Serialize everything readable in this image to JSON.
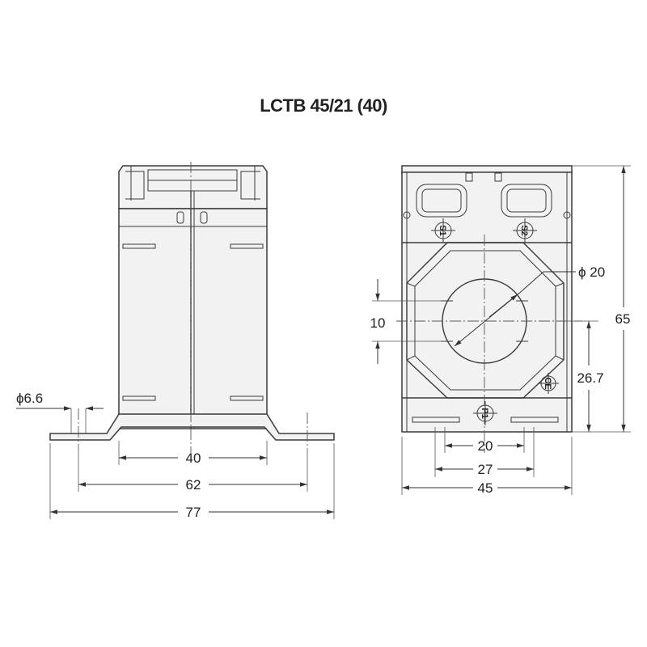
{
  "title": "LCTB 45/21 (40)",
  "side_view": {
    "dims": {
      "hole_dia": "ϕ6.6",
      "body_width": "40",
      "hole_spacing": "62",
      "overall_width": "77"
    }
  },
  "front_view": {
    "dims": {
      "bore_dia": "ϕ 20",
      "slot_height": "10",
      "center_height": "26.7",
      "overall_height": "65",
      "bottom_inner": "20",
      "bottom_mid": "27",
      "overall_width": "45"
    },
    "markings": {
      "s1": "S1",
      "s2": "S2",
      "p1": "P1",
      "ce": "CE"
    }
  }
}
